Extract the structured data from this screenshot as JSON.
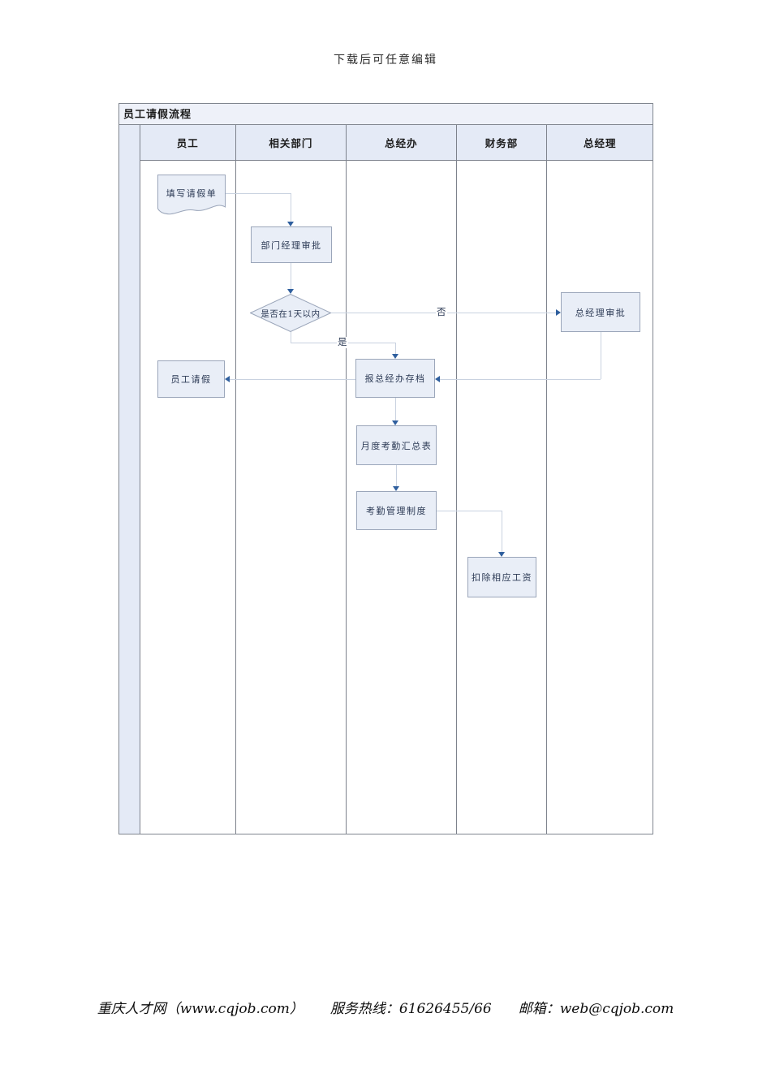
{
  "page": {
    "header_note": "下载后可任意编辑",
    "footer": {
      "site": "重庆人才网（www.cqjob.com）",
      "hotline": "服务热线：61626455/66",
      "email": "邮箱：web@cqjob.com"
    }
  },
  "flowchart": {
    "title": "员工请假流程",
    "lanes": [
      "员工",
      "相关部门",
      "总经办",
      "财务部",
      "总经理"
    ],
    "nodes": {
      "fill_form": {
        "label": "填写请假单",
        "type": "document",
        "lane": "员工"
      },
      "dept_approval": {
        "label": "部门经理审批",
        "type": "process",
        "lane": "相关部门"
      },
      "within_one_day": {
        "label": "是否在1天以内",
        "type": "decision",
        "lane": "相关部门"
      },
      "gm_approval": {
        "label": "总经理审批",
        "type": "process",
        "lane": "总经理"
      },
      "archive": {
        "label": "报总经办存档",
        "type": "process",
        "lane": "总经办"
      },
      "employee_leave": {
        "label": "员工请假",
        "type": "process",
        "lane": "员工"
      },
      "monthly_summary": {
        "label": "月度考勤汇总表",
        "type": "process",
        "lane": "总经办"
      },
      "attendance_policy": {
        "label": "考勤管理制度",
        "type": "process",
        "lane": "总经办"
      },
      "deduct_wages": {
        "label": "扣除相应工资",
        "type": "process",
        "lane": "财务部"
      }
    },
    "edge_labels": {
      "no": "否",
      "yes": "是"
    },
    "edges": [
      {
        "from": "fill_form",
        "to": "dept_approval"
      },
      {
        "from": "dept_approval",
        "to": "within_one_day"
      },
      {
        "from": "within_one_day",
        "to": "gm_approval",
        "label": "否"
      },
      {
        "from": "within_one_day",
        "to": "archive",
        "label": "是"
      },
      {
        "from": "gm_approval",
        "to": "archive"
      },
      {
        "from": "archive",
        "to": "employee_leave"
      },
      {
        "from": "archive",
        "to": "monthly_summary"
      },
      {
        "from": "monthly_summary",
        "to": "attendance_policy"
      },
      {
        "from": "attendance_policy",
        "to": "deduct_wages"
      }
    ],
    "colors": {
      "node_fill": "#e9eef7",
      "node_border": "#9ba6ba",
      "arrow": "#2f5f9e",
      "line": "#c9d2e0",
      "header_fill": "#e4eaf6",
      "titlebar_fill": "#eef1f9"
    }
  }
}
